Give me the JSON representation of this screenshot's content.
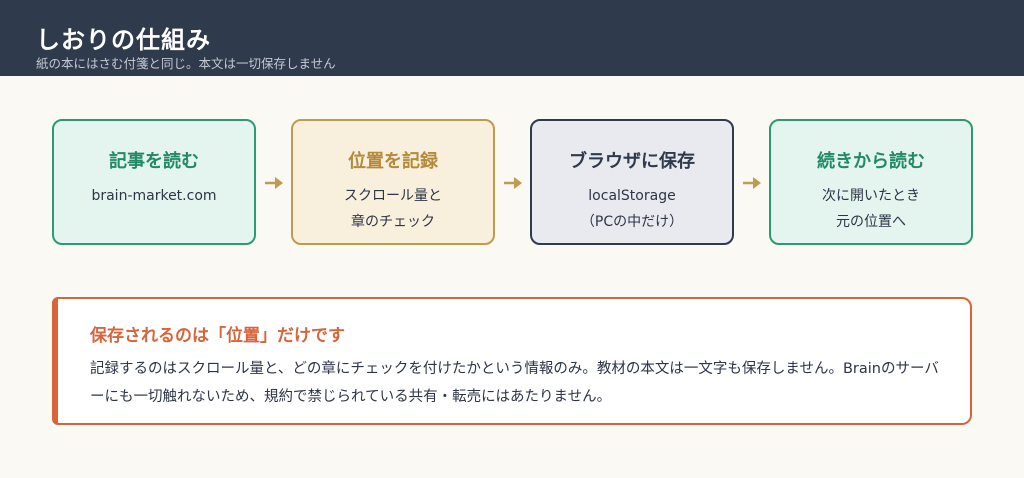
{
  "header": {
    "title": "しおりの仕組み",
    "subtitle": "紙の本にはさむ付箋と同じ。本文は一切保存しません"
  },
  "steps": [
    {
      "title": "記事を読む",
      "lines": [
        "brain-market.com"
      ]
    },
    {
      "title": "位置を記録",
      "lines": [
        "スクロール量と",
        "章のチェック"
      ]
    },
    {
      "title": "ブラウザに保存",
      "lines": [
        "localStorage",
        "（PCの中だけ）"
      ]
    },
    {
      "title": "続きから読む",
      "lines": [
        "次に開いたとき",
        "元の位置へ"
      ]
    }
  ],
  "note": {
    "title": "保存されるのは「位置」だけです",
    "body": "記録するのはスクロール量と、どの章にチェックを付けたかという情報のみ。教材の本文は一文字も保存しません。Brainのサーバーにも一切触れないため、規約で禁じられている共有・転売にはあたりません。"
  },
  "colors": {
    "header_bg": "#2f3a4c",
    "green": "#2c9a73",
    "gold": "#c19a4d",
    "navy": "#2f3a4c",
    "orange": "#d8643a",
    "arrow": "#c19a4d"
  },
  "icons": [
    "arrow-right-icon"
  ]
}
